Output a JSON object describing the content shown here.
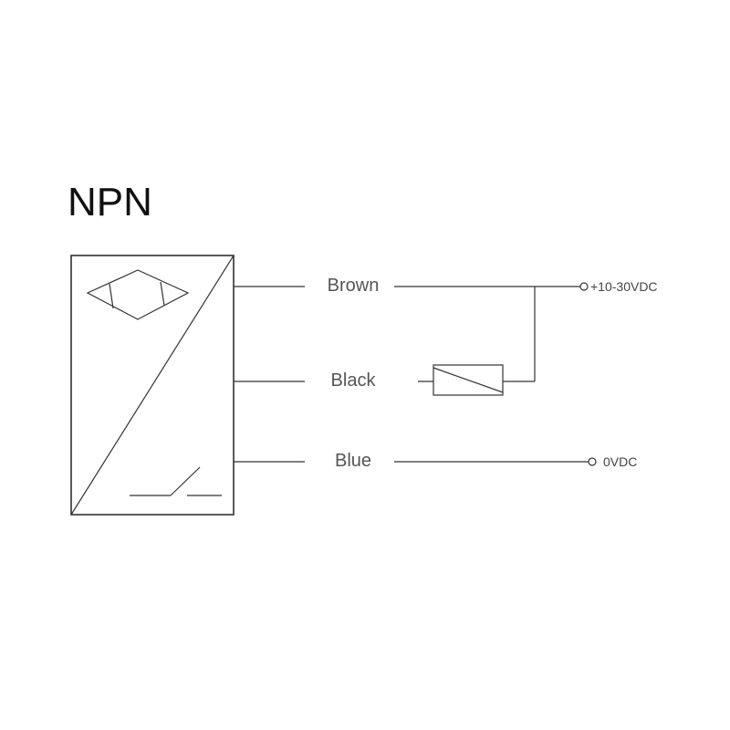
{
  "title": "NPN",
  "wires": [
    {
      "id": "brown",
      "label": "Brown"
    },
    {
      "id": "black",
      "label": "Black"
    },
    {
      "id": "blue",
      "label": "Blue"
    }
  ],
  "terminals": {
    "supply": "+10-30VDC",
    "ground": "0VDC"
  },
  "icons": {
    "sensor_face": "proximity-sensor-symbol-icon",
    "switch": "normally-open-switch-icon",
    "load": "load-resistor-icon"
  }
}
